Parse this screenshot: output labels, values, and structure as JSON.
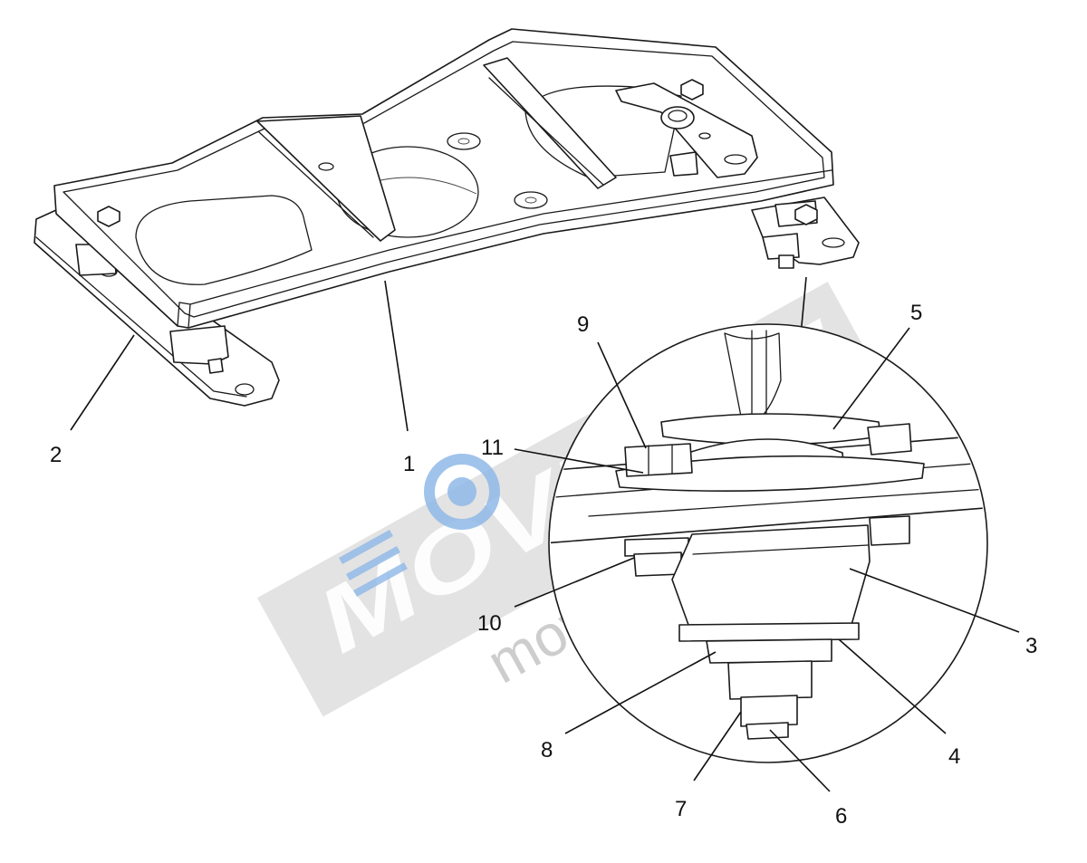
{
  "callouts": [
    {
      "id": "1",
      "label": "1"
    },
    {
      "id": "2",
      "label": "2"
    },
    {
      "id": "3",
      "label": "3"
    },
    {
      "id": "4",
      "label": "4"
    },
    {
      "id": "5",
      "label": "5"
    },
    {
      "id": "6",
      "label": "6"
    },
    {
      "id": "7",
      "label": "7"
    },
    {
      "id": "8",
      "label": "8"
    },
    {
      "id": "9",
      "label": "9"
    },
    {
      "id": "10",
      "label": "10"
    },
    {
      "id": "11",
      "label": "11"
    }
  ],
  "watermark": {
    "brand": "MOVENTE",
    "url": "movente.ru",
    "colors": {
      "band": "#d9d9d9",
      "logo": "#8fb8e8"
    }
  }
}
